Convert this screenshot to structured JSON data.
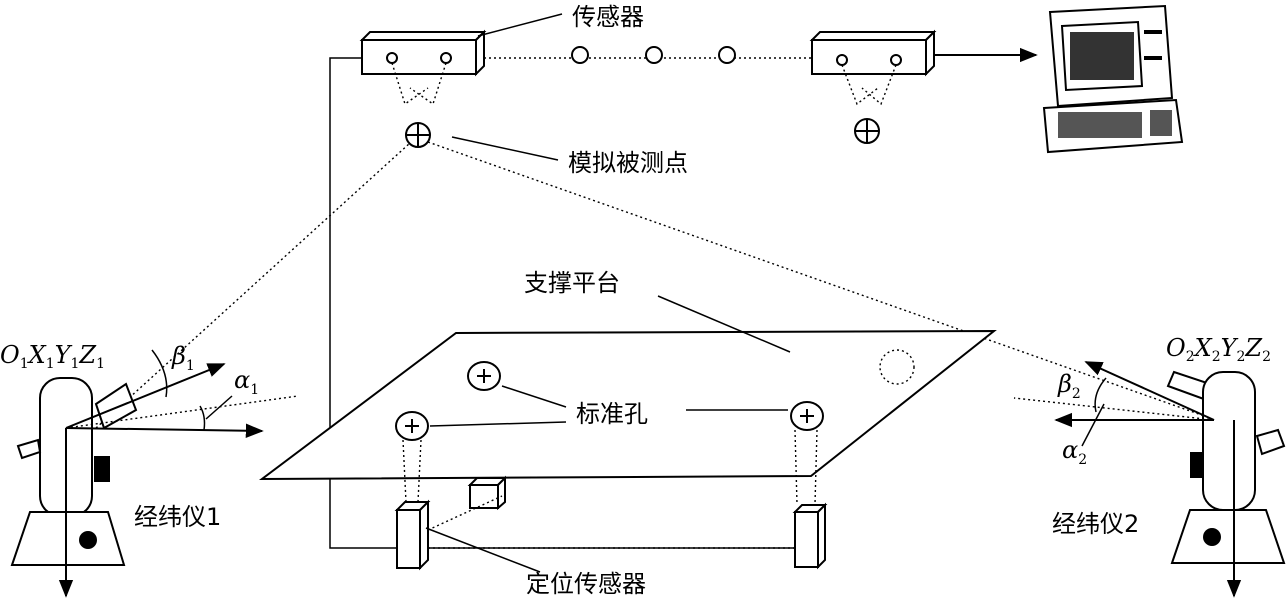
{
  "labels": {
    "sensor": "传感器",
    "simulated_point": "模拟被测点",
    "support_platform": "支撑平台",
    "standard_hole": "标准孔",
    "theodolite_1": "经纬仪1",
    "theodolite_2": "经纬仪2",
    "positioning_sensor": "定位传感器"
  },
  "frames": {
    "frame_1": {
      "O": "O",
      "X": "X",
      "Y": "Y",
      "Z": "Z",
      "index": "1"
    },
    "frame_2": {
      "O": "O",
      "X": "X",
      "Y": "Y",
      "Z": "Z",
      "index": "2"
    }
  },
  "angles": {
    "beta": "β",
    "alpha": "α",
    "index_1": "1",
    "index_2": "2"
  }
}
